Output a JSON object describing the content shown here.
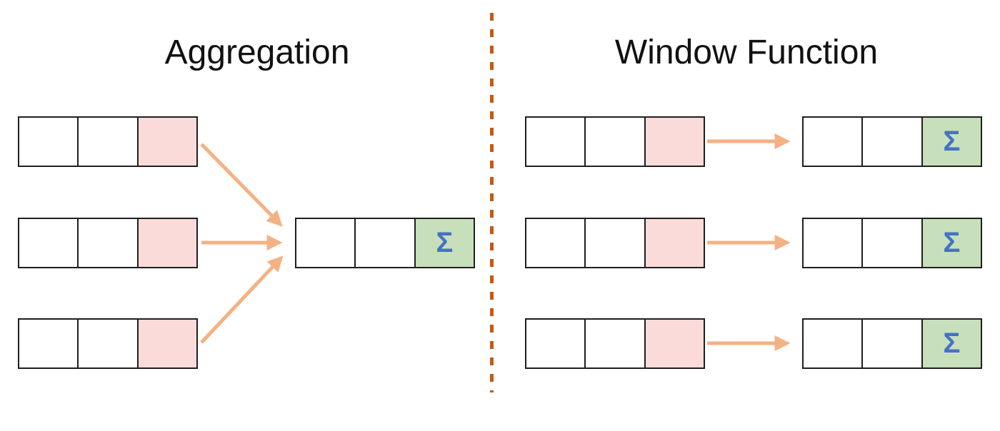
{
  "left": {
    "title": "Aggregation",
    "sigma": "Σ"
  },
  "right": {
    "title": "Window Function",
    "rows": [
      {
        "sigma": "Σ"
      },
      {
        "sigma": "Σ"
      },
      {
        "sigma": "Σ"
      }
    ]
  },
  "colors": {
    "pink": "#FBDBDA",
    "green": "#C7DFBB",
    "blue": "#4472C4",
    "arrow": "#F4B183",
    "divider": "#C55A11",
    "border": "#1f1f1f",
    "text": "#111111",
    "bg": "#ffffff"
  }
}
